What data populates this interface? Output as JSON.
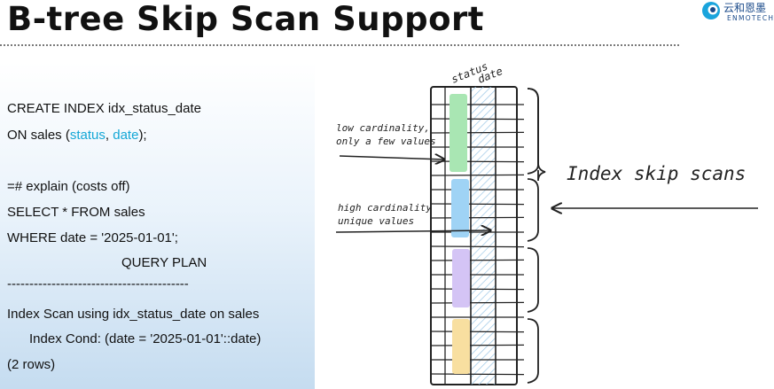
{
  "header": {
    "title": "B-tree Skip Scan Support",
    "logo": {
      "name_cn": "云和恩墨",
      "name_en": "ENMOTECH",
      "icon": "enmotech-logo-icon"
    }
  },
  "code": {
    "create_line": "CREATE INDEX idx_status_date",
    "on_prefix": "ON sales (",
    "col_status": "status",
    "col_sep": ", ",
    "col_date": "date",
    "on_suffix": ");",
    "explain_line": "=# explain (costs off)",
    "select_line": "SELECT * FROM sales",
    "where_line": "WHERE date = '2025-01-01';",
    "plan_header": "QUERY PLAN",
    "divider": "-----------------------------------------",
    "plan_scan": "Index Scan using idx_status_date on sales",
    "plan_cond": "Index Cond: (date = '2025-01-01'::date)",
    "rows_line": "(2 rows)"
  },
  "diagram": {
    "col_label_status": "status",
    "col_label_date": "date",
    "note_low_1": "low cardinality,",
    "note_low_2": "only a few values",
    "note_high_1": "high cardinality",
    "note_high_2": "unique values",
    "skip_label": "Index skip scans",
    "groups": [
      {
        "color": "#a9e6b3"
      },
      {
        "color": "#9fd3f5"
      },
      {
        "color": "#d4c4f5"
      },
      {
        "color": "#f8dfa0"
      }
    ]
  }
}
